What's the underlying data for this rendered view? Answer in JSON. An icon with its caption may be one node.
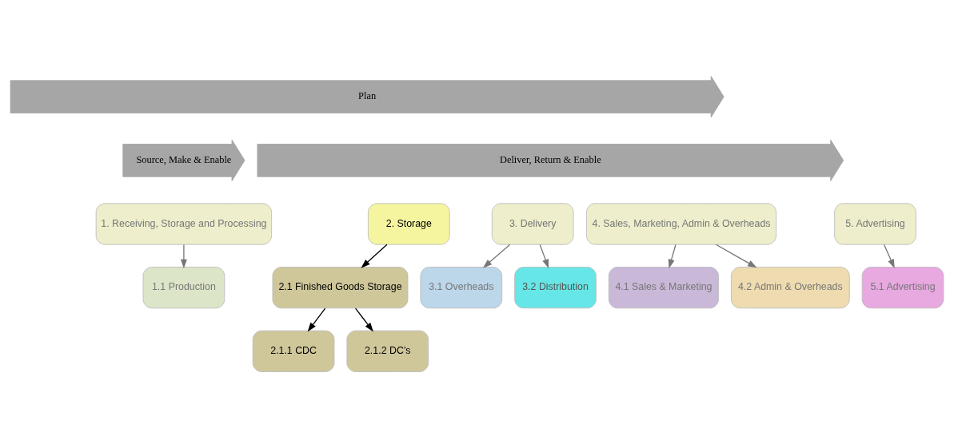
{
  "diagram": {
    "nodes": [
      {
        "text": [
          "Plan"
        ]
      },
      {
        "text": [
          "Source, Make & Enable"
        ]
      },
      {
        "text": [
          "Deliver, Return & Enable"
        ]
      },
      {
        "text": [
          "1. Receiving, Storage and Processing"
        ]
      },
      {
        "text": [
          "1.1 Production"
        ]
      },
      {
        "text": [
          "2. Storage"
        ]
      },
      {
        "text": [
          "2.1 Finished Goods Storage"
        ]
      },
      {
        "text": [
          "2.1.1 CDC"
        ]
      },
      {
        "text": [
          "2.1.2 DC’s"
        ]
      },
      {
        "text": [
          "3. Delivery"
        ]
      },
      {
        "text": [
          "3.1 Overheads"
        ]
      },
      {
        "text": [
          "3.2 Distribution"
        ]
      },
      {
        "text": [
          "4. Sales, Marketing, Admin & Overheads"
        ]
      },
      {
        "text": [
          "4.1 Sales & Marketing"
        ]
      },
      {
        "text": [
          "4.2 Admin & Overheads"
        ]
      },
      {
        "text": [
          "5. Advertising"
        ]
      },
      {
        "text": [
          "5.1 Advertising"
        ]
      }
    ],
    "edges": [
      {
        "from": 3,
        "to": 4,
        "arrow": "to"
      },
      {
        "from": 5,
        "to": 6,
        "arrow": "to",
        "color": "#000000"
      },
      {
        "from": 6,
        "to": 7,
        "arrow": "to",
        "color": "#000000"
      },
      {
        "from": 6,
        "to": 8,
        "arrow": "to",
        "color": "#000000"
      },
      {
        "from": 9,
        "to": 10,
        "arrow": "to"
      },
      {
        "from": 9,
        "to": 11,
        "arrow": "to"
      },
      {
        "from": 12,
        "to": 13,
        "arrow": "to"
      },
      {
        "from": 12,
        "to": 14,
        "arrow": "to"
      },
      {
        "from": 15,
        "to": 16,
        "arrow": "to"
      }
    ]
  }
}
